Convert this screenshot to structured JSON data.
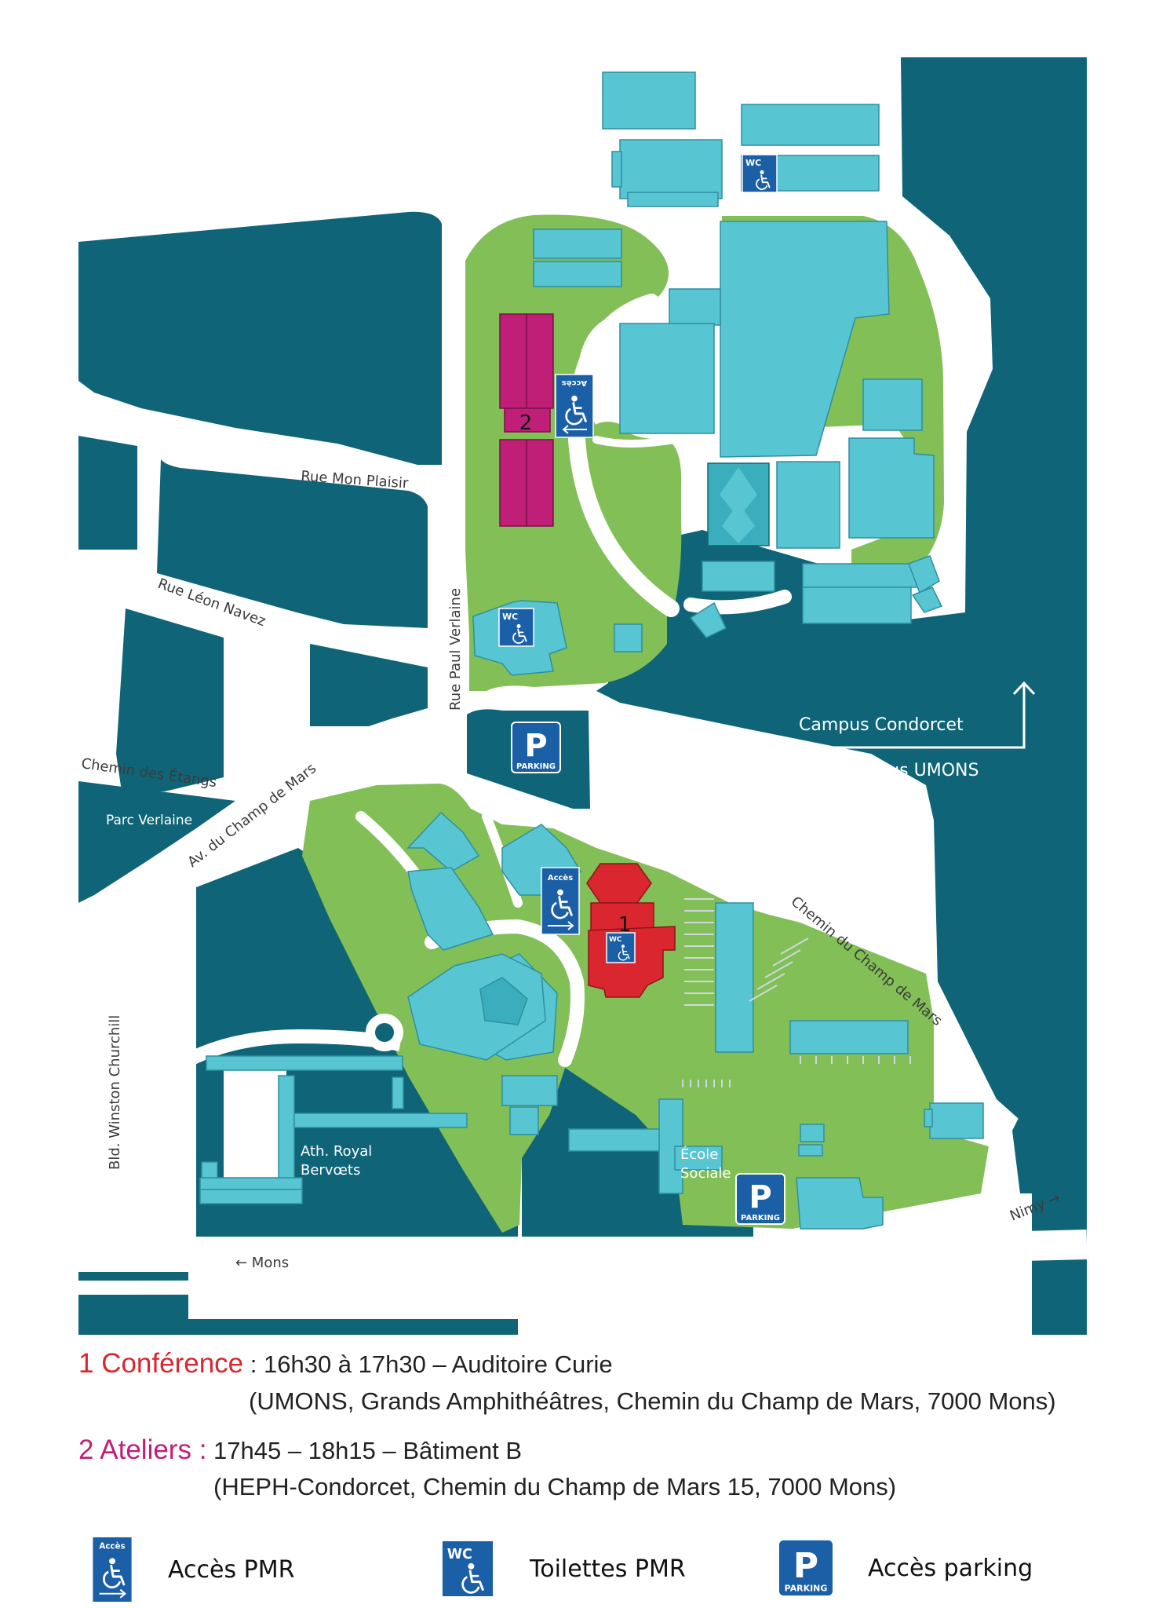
{
  "colors": {
    "water_dark": "#0f6577",
    "green": "#82bf56",
    "building": "#57c5d2",
    "road": "#ffffff",
    "conference_red": "#d9262f",
    "ateliers_magenta": "#c01f77",
    "sign_blue": "#1b5fa6"
  },
  "map": {
    "streets": {
      "rue_mon_plaisir": "Rue Mon Plaisir",
      "rue_leon_navez": "Rue Léon Navez",
      "rue_paul_verlaine": "Rue Paul Verlaine",
      "chemin_des_etangs": "Chemin des Étangs",
      "parc_verlaine": "Parc Verlaine",
      "av_champ_de_mars": "Av. du Champ de Mars",
      "chemin_champ_de_mars": "Chemin du Champ de Mars",
      "bld_winston_churchill": "Bld. Winston Churchill",
      "mons": "← Mons",
      "nimy": "Nimy →"
    },
    "places": {
      "ath_royal_line1": "Ath. Royal",
      "ath_royal_line2": "Bervœts",
      "ecole_line1": "École",
      "ecole_line2": "Sociale"
    },
    "campus_directions": {
      "condorcet": "Campus Condorcet",
      "umons": "Campus UMONS"
    },
    "markers": {
      "conference_number": "1",
      "ateliers_number": "2"
    },
    "signs": {
      "wc": "WC",
      "acces": "Accès",
      "parking_letter": "P",
      "parking_word": "PARKING"
    }
  },
  "legend": {
    "conference": {
      "head": "1 Conférence",
      "text": " : 16h30 à 17h30 – Auditoire Curie",
      "address": "(UMONS, Grands Amphithéâtres, Chemin du Champ de Mars, 7000 Mons)"
    },
    "ateliers": {
      "head": "2 Ateliers :",
      "text": " 17h45 – 18h15 – Bâtiment B",
      "address": "(HEPH-Condorcet, Chemin du Champ de Mars 15, 7000 Mons)"
    }
  },
  "key": {
    "acces_pmr": "Accès PMR",
    "toilettes_pmr": "Toilettes PMR",
    "acces_parking": "Accès parking"
  }
}
